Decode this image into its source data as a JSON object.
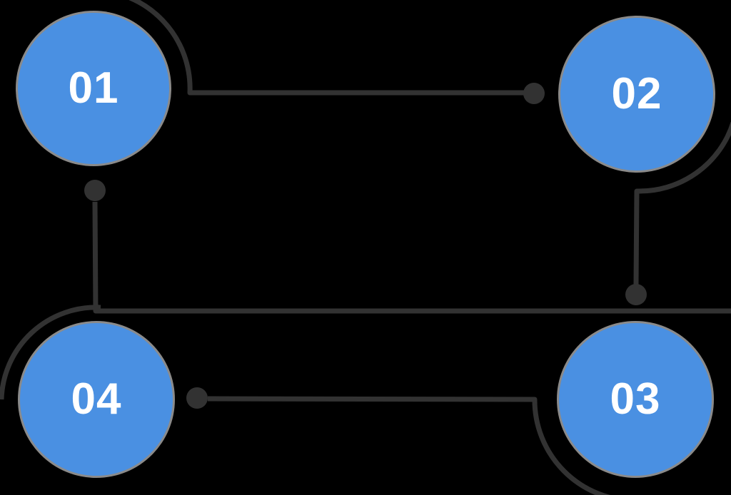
{
  "diagram": {
    "type": "cycle-process-diagram",
    "steps": [
      {
        "id": "01",
        "label": "01"
      },
      {
        "id": "02",
        "label": "02"
      },
      {
        "id": "03",
        "label": "03"
      },
      {
        "id": "04",
        "label": "04"
      }
    ],
    "connectors": [
      {
        "from": "01",
        "to": "02"
      },
      {
        "from": "02",
        "to": "03"
      },
      {
        "from": "03",
        "to": "04"
      },
      {
        "from": "04",
        "to": "01"
      }
    ],
    "colors": {
      "background": "#000000",
      "circle_fill": "#4a90e2",
      "circle_ring": "#8a8a8a",
      "connector": "#323232",
      "label_text": "#ffffff"
    }
  }
}
